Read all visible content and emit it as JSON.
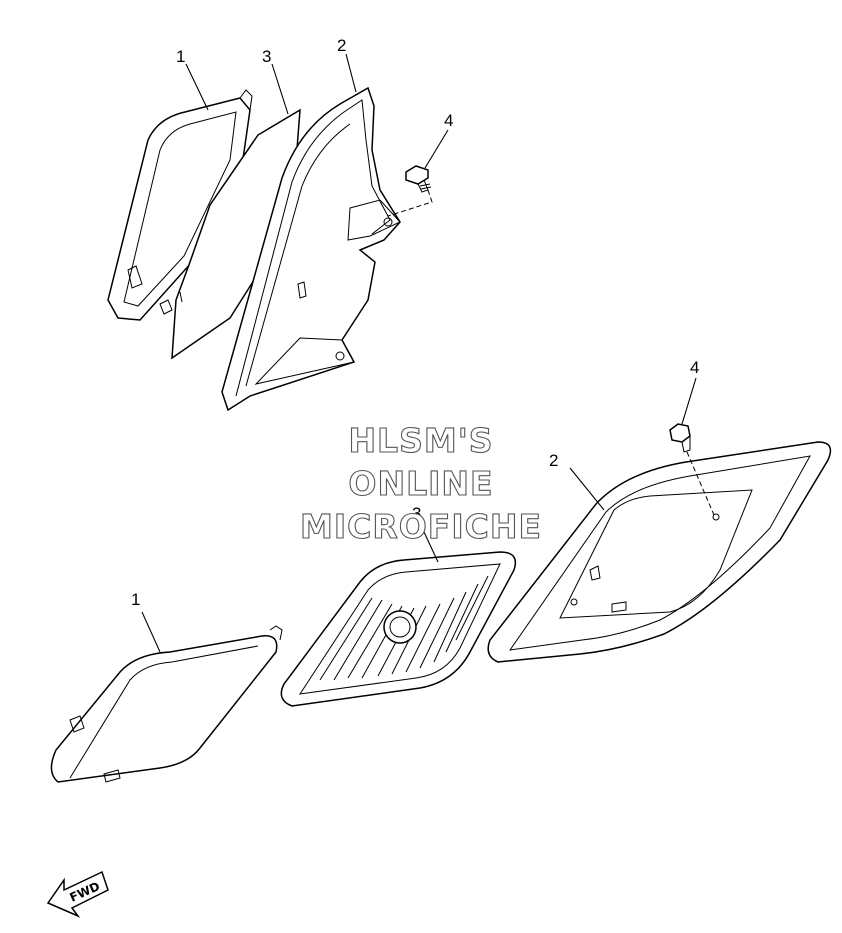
{
  "callouts": {
    "top_1": "1",
    "top_2": "2",
    "top_3": "3",
    "top_4": "4",
    "bottom_1": "1",
    "bottom_2": "2",
    "bottom_3": "3",
    "bottom_4": "4"
  },
  "watermark": {
    "line1": "HLSM'S",
    "line2": "ONLINE",
    "line3": "MICROFICHE"
  },
  "direction_arrow": {
    "label": "FWD",
    "icon": "fwd-arrow-icon"
  },
  "colors": {
    "line": "#000000",
    "background": "#ffffff",
    "watermark_outline": "#555555"
  }
}
